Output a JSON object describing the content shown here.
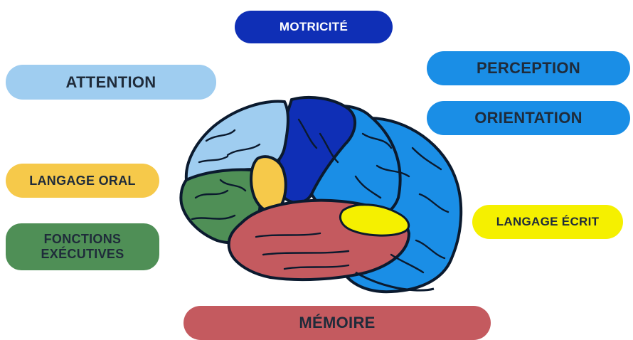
{
  "labels": {
    "motricite": "MOTRICITÉ",
    "attention": "ATTENTION",
    "perception": "PERCEPTION",
    "orientation": "ORIENTATION",
    "langage_oral": "LANGAGE ORAL",
    "fonctions_line1": "FONCTIONS",
    "fonctions_line2": "EXÉCUTIVES",
    "langage_ecrit": "LANGAGE ÉCRIT",
    "memoire": "MÉMOIRE"
  },
  "colors": {
    "motricite": "#0f2fb6",
    "attention": "#9fcdf0",
    "perception": "#1a8ee6",
    "orientation": "#1a8ee6",
    "langage_oral": "#f6c94a",
    "fonctions_executives": "#4f8f56",
    "langage_ecrit": "#f5f000",
    "memoire": "#c45a5f",
    "text_dark": "#1f2b3a",
    "text_light": "#ffffff"
  },
  "icons": {
    "brain": "brain-icon"
  }
}
